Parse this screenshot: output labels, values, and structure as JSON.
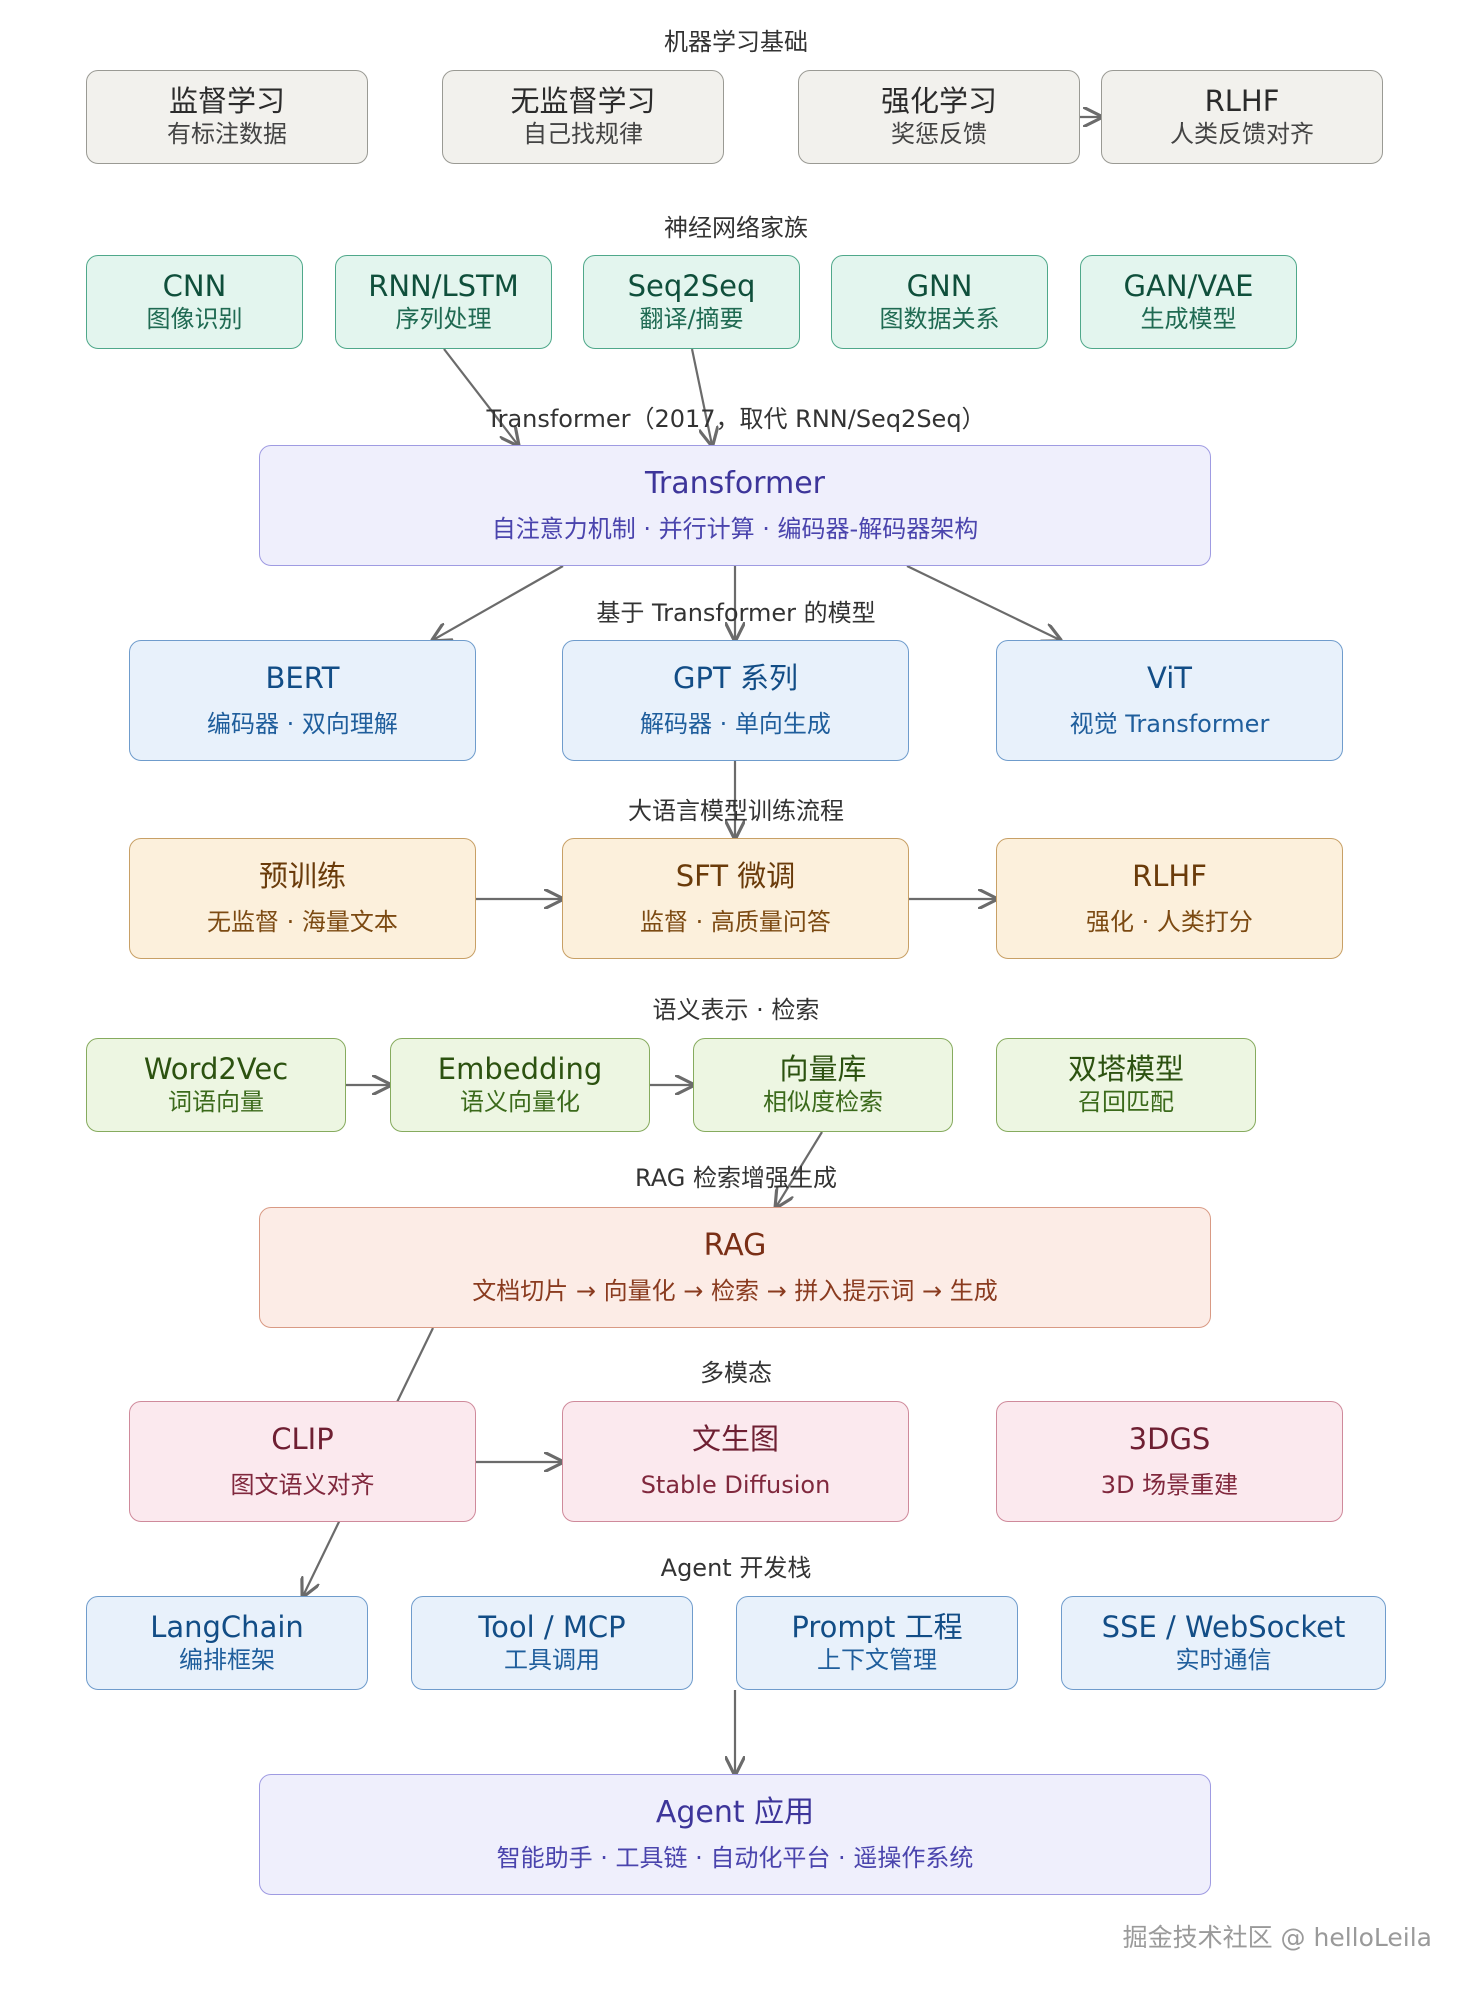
{
  "sections": {
    "ml": "机器学习基础",
    "nn": "神经网络家族",
    "transformer": "Transformer（2017，取代 RNN/Seq2Seq）",
    "based": "基于 Transformer 的模型",
    "llm": "大语言模型训练流程",
    "semantic": "语义表示 · 检索",
    "rag": "RAG 检索增强生成",
    "multimodal": "多模态",
    "agent": "Agent 开发栈"
  },
  "nodes": {
    "supervised": {
      "title": "监督学习",
      "sub": "有标注数据"
    },
    "unsupervised": {
      "title": "无监督学习",
      "sub": "自己找规律"
    },
    "reinforcement": {
      "title": "强化学习",
      "sub": "奖惩反馈"
    },
    "rlhf_top": {
      "title": "RLHF",
      "sub": "人类反馈对齐"
    },
    "cnn": {
      "title": "CNN",
      "sub": "图像识别"
    },
    "rnn": {
      "title": "RNN/LSTM",
      "sub": "序列处理"
    },
    "seq2seq": {
      "title": "Seq2Seq",
      "sub": "翻译/摘要"
    },
    "gnn": {
      "title": "GNN",
      "sub": "图数据关系"
    },
    "ganvae": {
      "title": "GAN/VAE",
      "sub": "生成模型"
    },
    "transformer": {
      "title": "Transformer",
      "sub": "自注意力机制 · 并行计算 · 编码器-解码器架构"
    },
    "bert": {
      "title": "BERT",
      "sub": "编码器 · 双向理解"
    },
    "gpt": {
      "title": "GPT 系列",
      "sub": "解码器 · 单向生成"
    },
    "vit": {
      "title": "ViT",
      "sub": "视觉 Transformer"
    },
    "pretrain": {
      "title": "预训练",
      "sub": "无监督 · 海量文本"
    },
    "sft": {
      "title": "SFT 微调",
      "sub": "监督 · 高质量问答"
    },
    "rlhf_mid": {
      "title": "RLHF",
      "sub": "强化 · 人类打分"
    },
    "word2vec": {
      "title": "Word2Vec",
      "sub": "词语向量"
    },
    "embedding": {
      "title": "Embedding",
      "sub": "语义向量化"
    },
    "vectordb": {
      "title": "向量库",
      "sub": "相似度检索"
    },
    "twotower": {
      "title": "双塔模型",
      "sub": "召回匹配"
    },
    "rag": {
      "title": "RAG",
      "sub": "文档切片 → 向量化 → 检索 → 拼入提示词 → 生成"
    },
    "clip": {
      "title": "CLIP",
      "sub": "图文语义对齐"
    },
    "t2i": {
      "title": "文生图",
      "sub": "Stable Diffusion"
    },
    "dgs": {
      "title": "3DGS",
      "sub": "3D 场景重建"
    },
    "langchain": {
      "title": "LangChain",
      "sub": "编排框架"
    },
    "tool": {
      "title": "Tool / MCP",
      "sub": "工具调用"
    },
    "prompt": {
      "title": "Prompt 工程",
      "sub": "上下文管理"
    },
    "sse": {
      "title": "SSE / WebSocket",
      "sub": "实时通信"
    },
    "agentapp": {
      "title": "Agent 应用",
      "sub": "智能助手 · 工具链 · 自动化平台 · 遥操作系统"
    }
  },
  "edges": [
    [
      "reinforcement",
      "rlhf_top"
    ],
    [
      "rnn",
      "transformer"
    ],
    [
      "seq2seq",
      "transformer"
    ],
    [
      "transformer",
      "bert"
    ],
    [
      "transformer",
      "gpt"
    ],
    [
      "transformer",
      "vit"
    ],
    [
      "gpt",
      "sft"
    ],
    [
      "pretrain",
      "sft"
    ],
    [
      "sft",
      "rlhf_mid"
    ],
    [
      "word2vec",
      "embedding"
    ],
    [
      "embedding",
      "vectordb"
    ],
    [
      "vectordb",
      "rag"
    ],
    [
      "rag",
      "langchain"
    ],
    [
      "clip",
      "t2i"
    ],
    [
      "prompt",
      "agentapp"
    ]
  ],
  "palette": {
    "gray": {
      "fill": "#f2f1ed",
      "stroke": "#9a9a94",
      "title": "#2b2b2b",
      "sub": "#444444"
    },
    "teal": {
      "fill": "#e3f5ee",
      "stroke": "#4fa88a",
      "title": "#0f4f3b",
      "sub": "#1f6a52"
    },
    "purple": {
      "fill": "#efeffc",
      "stroke": "#9f9be2",
      "title": "#3d359a",
      "sub": "#4a44ad"
    },
    "blue": {
      "fill": "#e8f1fb",
      "stroke": "#6f9ccc",
      "title": "#124d86",
      "sub": "#1f5e9c"
    },
    "orange": {
      "fill": "#fcf0dc",
      "stroke": "#c8a066",
      "title": "#6a3b0a",
      "sub": "#7c4a12"
    },
    "green": {
      "fill": "#edf6e2",
      "stroke": "#86ab5e",
      "title": "#2c5210",
      "sub": "#3b6a1b"
    },
    "salmon": {
      "fill": "#fcece6",
      "stroke": "#d99a84",
      "title": "#7a2f16",
      "sub": "#8a3b1f"
    },
    "pink": {
      "fill": "#fbe9ee",
      "stroke": "#cf8a9b",
      "title": "#6e1f32",
      "sub": "#80283d"
    },
    "edge": "#6b6b6b"
  },
  "watermark": "掘金技术社区 @ helloLeila"
}
